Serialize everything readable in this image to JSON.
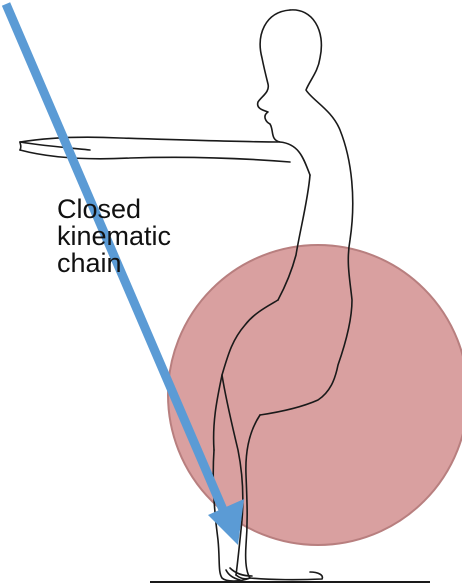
{
  "diagram": {
    "label_lines": [
      "Closed",
      "kinematic",
      "chain"
    ],
    "colors": {
      "background": "#ffffff",
      "circle_fill": "#d9a0a0",
      "circle_stroke": "#b87f7f",
      "figure_line": "#1a1a1a",
      "arrow": "#5b9bd5",
      "label_text": "#111111"
    },
    "icons": [
      "squatting-figure-outline",
      "blue-arrow",
      "pink-circle"
    ]
  }
}
